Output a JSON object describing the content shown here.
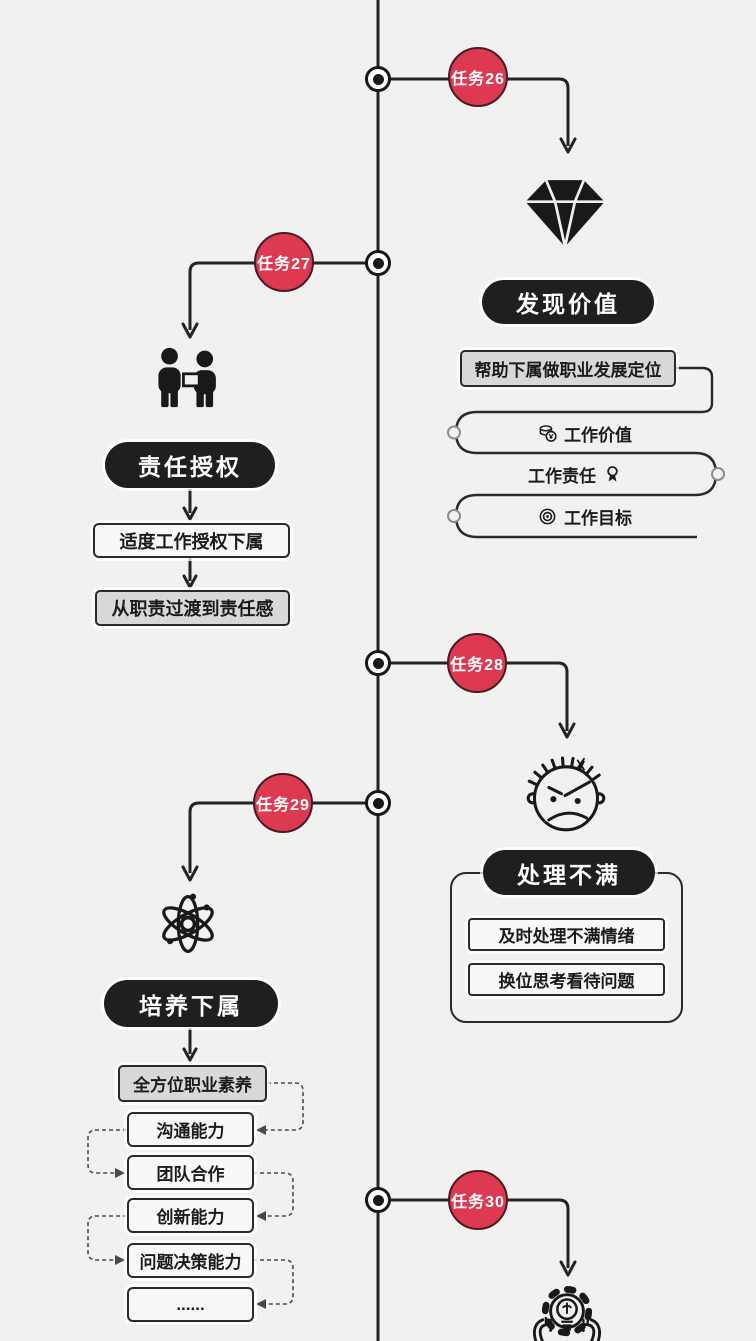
{
  "palette": {
    "background": "#f1f1ef",
    "line_color": "#242424",
    "pill_bg": "#1f1f1f",
    "badge_red": "#dd3a52",
    "box_border": "#2a2a2a",
    "gray_box_bg": "#d8d8d6",
    "white_box_bg": "#f8f8f7"
  },
  "badges": {
    "task26": "任务26",
    "task27": "任务27",
    "task28": "任务28",
    "task29": "任务29",
    "task30": "任务30"
  },
  "icons": {
    "task26": "gem-icon",
    "task27": "two-people-icon",
    "task28": "angry-face-icon",
    "task29": "atom-icon",
    "task30": "idea-hands-icon",
    "row_value": "coins-icon",
    "row_duty": "medal-icon",
    "row_goal": "target-icon"
  },
  "discover_value": {
    "title": "发现价值",
    "lead_box": "帮助下属做职业发展定位",
    "row_value": "工作价值",
    "row_duty": "工作责任",
    "row_goal": "工作目标"
  },
  "delegation": {
    "title": "责任授权",
    "box1": "适度工作授权下属",
    "box2": "从职责过渡到责任感"
  },
  "complaints": {
    "title": "处理不满",
    "box1": "及时处理不满情绪",
    "box2": "换位思考看待问题"
  },
  "develop": {
    "title": "培养下属",
    "lead_box": "全方位职业素养",
    "box1": "沟通能力",
    "box2": "团队合作",
    "box3": "创新能力",
    "box4": "问题决策能力",
    "box5": "......"
  }
}
